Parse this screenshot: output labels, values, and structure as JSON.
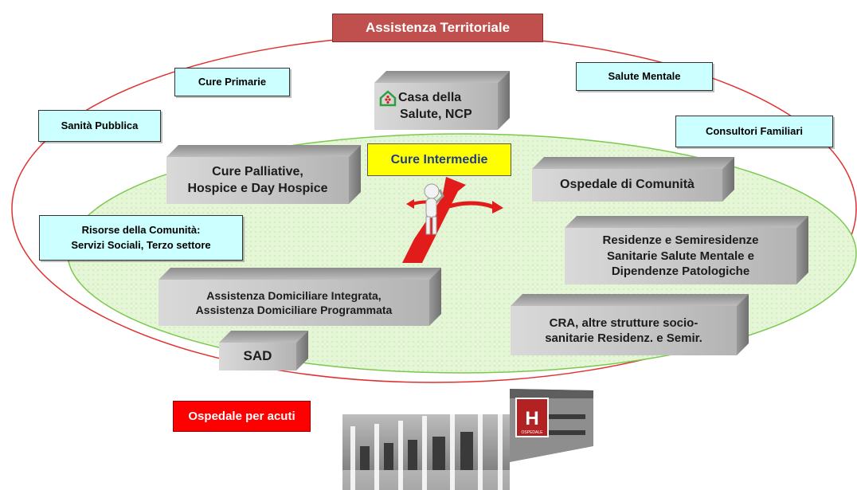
{
  "title": "Assistenza Territoriale",
  "labels": {
    "cure_primarie": "Cure Primarie",
    "salute_mentale": "Salute Mentale",
    "sanita_pubblica": "Sanità Pubblica",
    "consultori": "Consultori Familiari",
    "risorse_line1": "Risorse della  Comunità:",
    "risorse_line2": "Servizi Sociali, Terzo settore",
    "cure_intermedie": "Cure Intermedie",
    "ospedale_acuti": "Ospedale per acuti"
  },
  "blocks": {
    "casa_salute": [
      "Casa della",
      "Salute, NCP"
    ],
    "cure_palliative": [
      "Cure Palliative,",
      "Hospice e Day Hospice"
    ],
    "ospedale_comunita": [
      "Ospedale di Comunità"
    ],
    "residenze": [
      "Residenze e Semiresidenze",
      "Sanitarie Salute Mentale e",
      "Dipendenze Patologiche"
    ],
    "adi": [
      "Assistenza Domiciliare Integrata,",
      "Assistenza Domiciliare Programmata"
    ],
    "cra": [
      "CRA, altre strutture socio-",
      "sanitarie Residenz. e Semir."
    ],
    "sad": [
      "SAD"
    ]
  },
  "hospital_sign": "OSPEDALE",
  "colors": {
    "title_red": "#c0504d",
    "ellipse_outer": "#e03030",
    "ellipse_inner_fill": "#dff3cf",
    "cyan_box": "#ccffff",
    "yellow_box": "#ffff00",
    "red_box": "#ff0000"
  }
}
